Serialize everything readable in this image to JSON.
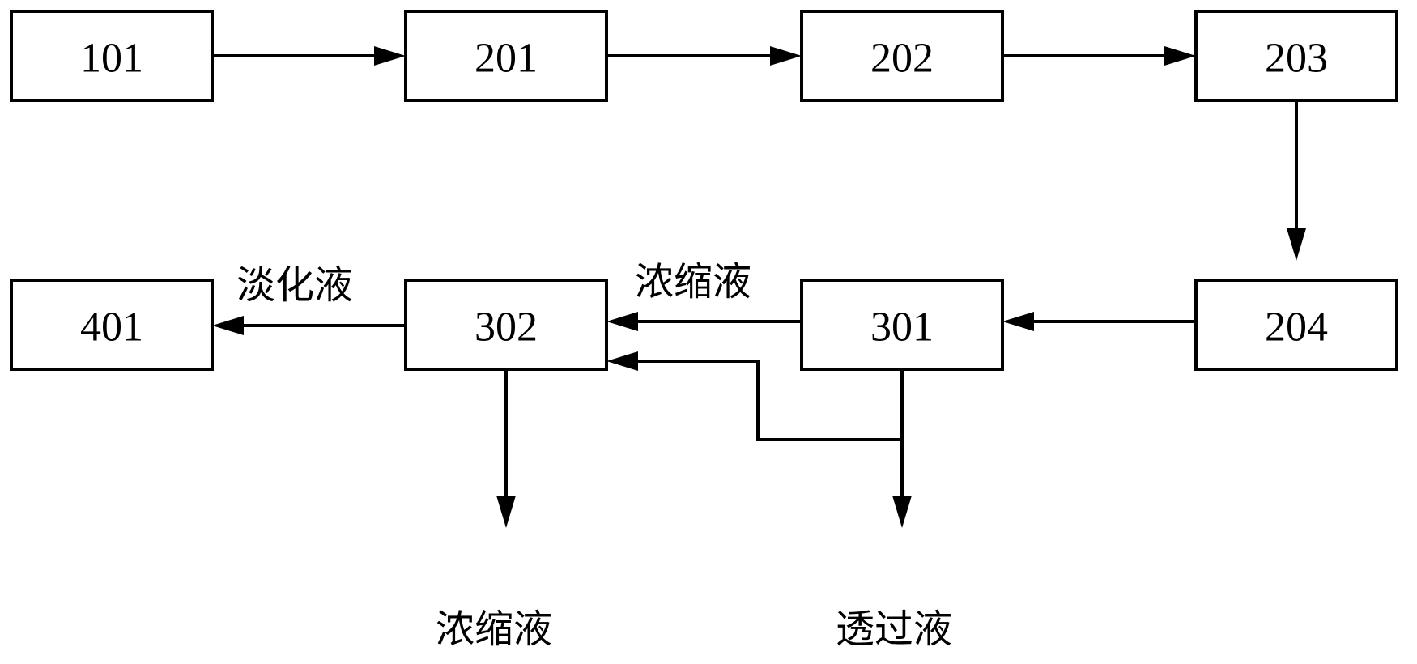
{
  "nodes": {
    "n101": "101",
    "n201": "201",
    "n202": "202",
    "n203": "203",
    "n204": "204",
    "n301": "301",
    "n302": "302",
    "n401": "401"
  },
  "edge_labels": {
    "diluted_to_401": "淡化液",
    "concentrate_301_to_302": "浓缩液",
    "concentrate_out_302": "浓缩液",
    "permeate_out_301": "透过液"
  },
  "colors": {
    "stroke": "#000000",
    "background": "#ffffff"
  }
}
